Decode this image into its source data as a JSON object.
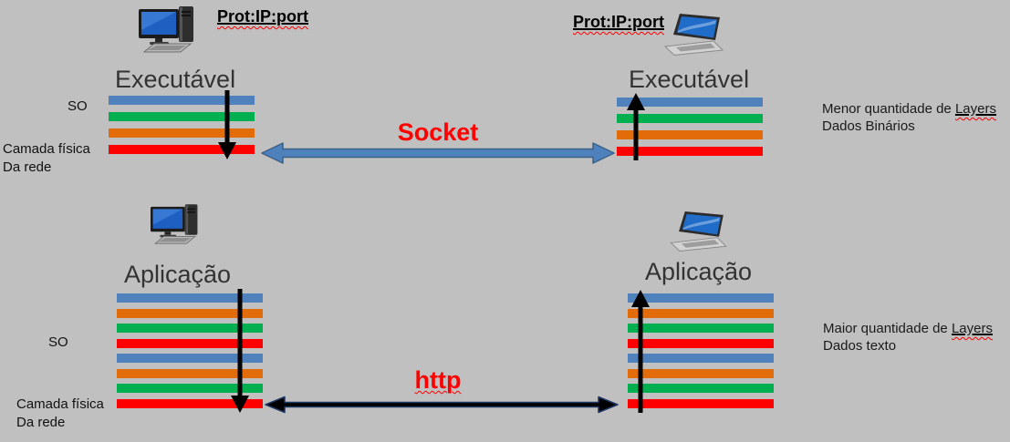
{
  "background_color": "#c0c0c0",
  "colors": {
    "bar_blue": "#4f81bd",
    "bar_green": "#00b050",
    "bar_orange": "#e36c0a",
    "bar_red": "#ff0000",
    "socket_arrow_fill": "#4f81bd",
    "socket_arrow_stroke": "#3a6186",
    "http_arrow_fill": "#000000",
    "http_arrow_stroke": "#203864",
    "connection_label_red": "#ff0000",
    "vertical_arrow_black": "#000000"
  },
  "icons": {
    "top_left": "desktop-computer-icon",
    "top_right": "laptop-icon",
    "bottom_left": "desktop-computer-icon",
    "bottom_right": "laptop-icon"
  },
  "sections": {
    "socket": {
      "protocol_label_left": "Prot:IP:port",
      "protocol_label_right": "Prot:IP:port",
      "stack_title": "Executável",
      "connection_label": "Socket",
      "so_label": "SO",
      "physical_label_line1": "Camada física",
      "physical_label_line2": "Da rede",
      "note_prefix": "Menor quantidade de ",
      "note_underlined": "Layers",
      "note_line2": "Dados Binários",
      "layers": [
        "blue",
        "green",
        "orange",
        "red"
      ]
    },
    "http": {
      "stack_title": "Aplicação",
      "connection_label": "http",
      "so_label": "SO",
      "physical_label_line1": "Camada física",
      "physical_label_line2": "Da rede",
      "note_prefix": "Maior quantidade de ",
      "note_underlined": "Layers",
      "note_line2": "Dados texto",
      "layers": [
        "blue",
        "orange",
        "green",
        "red",
        "blue",
        "orange",
        "green",
        "red"
      ]
    }
  }
}
